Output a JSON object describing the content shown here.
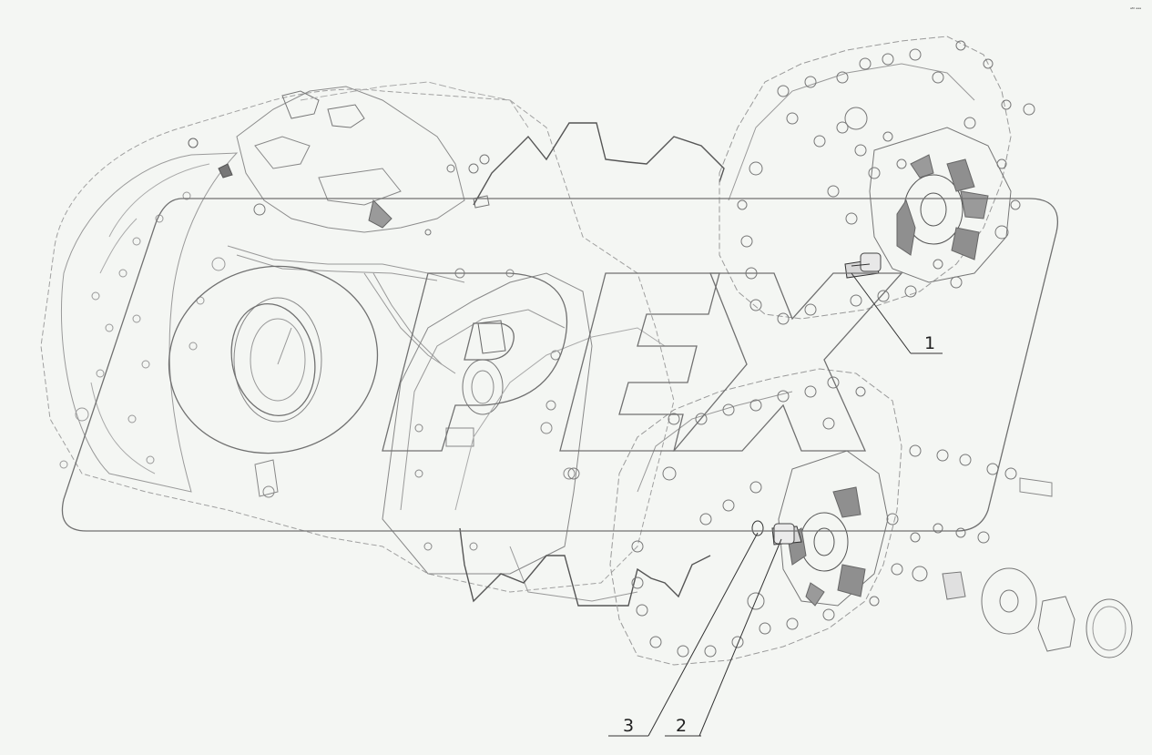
{
  "drawing": {
    "corner_code": "ᵃᴹ ᵃᵃᵃ",
    "watermark_text": "OPEX",
    "callouts": [
      {
        "label": "1"
      },
      {
        "label": "2"
      },
      {
        "label": "3"
      }
    ]
  }
}
